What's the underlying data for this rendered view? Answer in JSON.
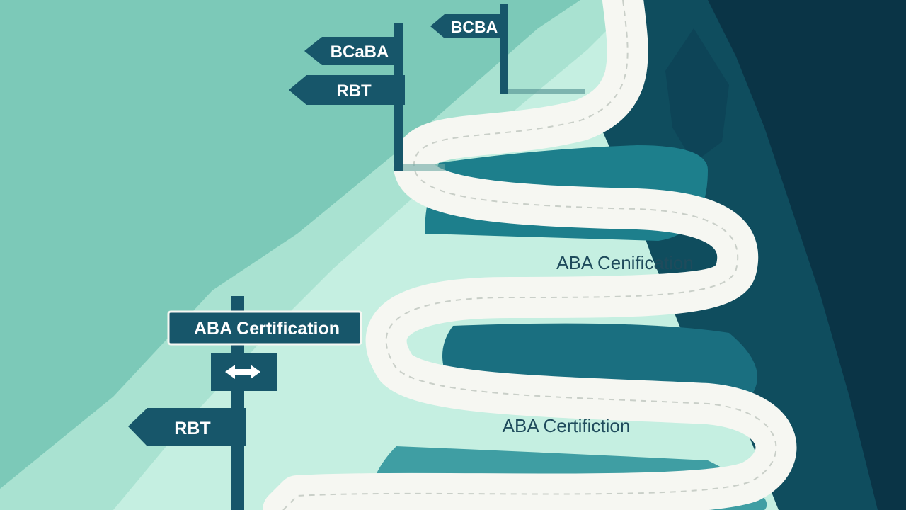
{
  "signs": {
    "top_right": "BCBA",
    "upper_left_top": "BCaBA",
    "upper_left_bottom": "RBT",
    "lower_left_top": "ABA Certification",
    "lower_left_bottom": "RBT"
  },
  "road_labels": {
    "upper": "ABA Cenification",
    "lower": "ABA Certifiction"
  },
  "icons": {
    "sign_arrows": "double-arrow-icon"
  },
  "colors": {
    "sky": "#7cc9b8",
    "hill_light": "#b9e8d8",
    "hill_mid": "#8fd4c2",
    "mountain_dark": "#0f4d5e",
    "mountain_darker": "#0a3446",
    "road": "#f6f7f2",
    "sign": "#17566a",
    "sign_text": "#ffffff",
    "label_text": "#1f4b5c"
  }
}
